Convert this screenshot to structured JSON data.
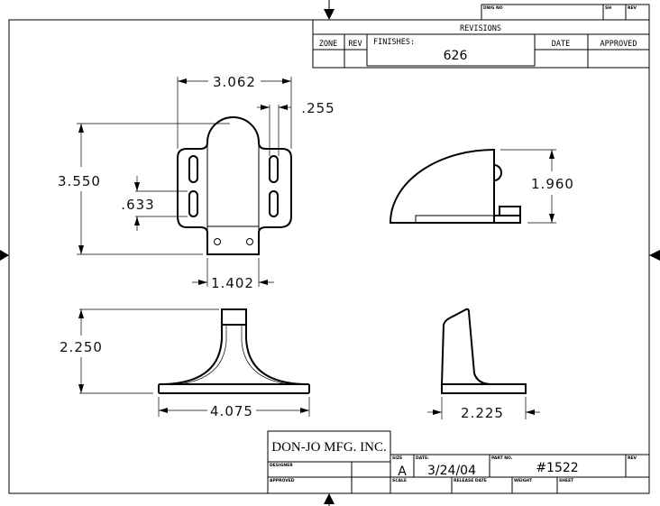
{
  "title_block": {
    "company": "DON-JO MFG. INC.",
    "dwg_no_label": "DWG NO",
    "sh_label": "SH",
    "rev_label_top": "REV",
    "designer_label": "DESIGNER",
    "approved_label": "APPROVED",
    "size_label": "SIZE",
    "size_value": "A",
    "date_label": "DATE:",
    "date_value": "3/24/04",
    "part_no_label": "PART NO.",
    "part_no_value": "#1522",
    "rev_label": "REV",
    "scale_label": "SCALE",
    "release_date_label": "RELEASE DATE",
    "weight_label": "WEIGHT",
    "sheet_label": "SHEET"
  },
  "revisions": {
    "title": "REVISIONS",
    "zone": "ZONE",
    "rev": "REV",
    "finishes_label": "FINISHES:",
    "finishes_value": "626",
    "date": "DATE",
    "approved": "APPROVED"
  },
  "dimensions": {
    "top_width": "3.062",
    "slot_width": ".255",
    "overall_height": "3.550",
    "slot_spacing": ".633",
    "tab_width": "1.402",
    "side_height": "1.960",
    "front_height": "2.250",
    "front_width": "4.075",
    "end_width": "2.225"
  }
}
